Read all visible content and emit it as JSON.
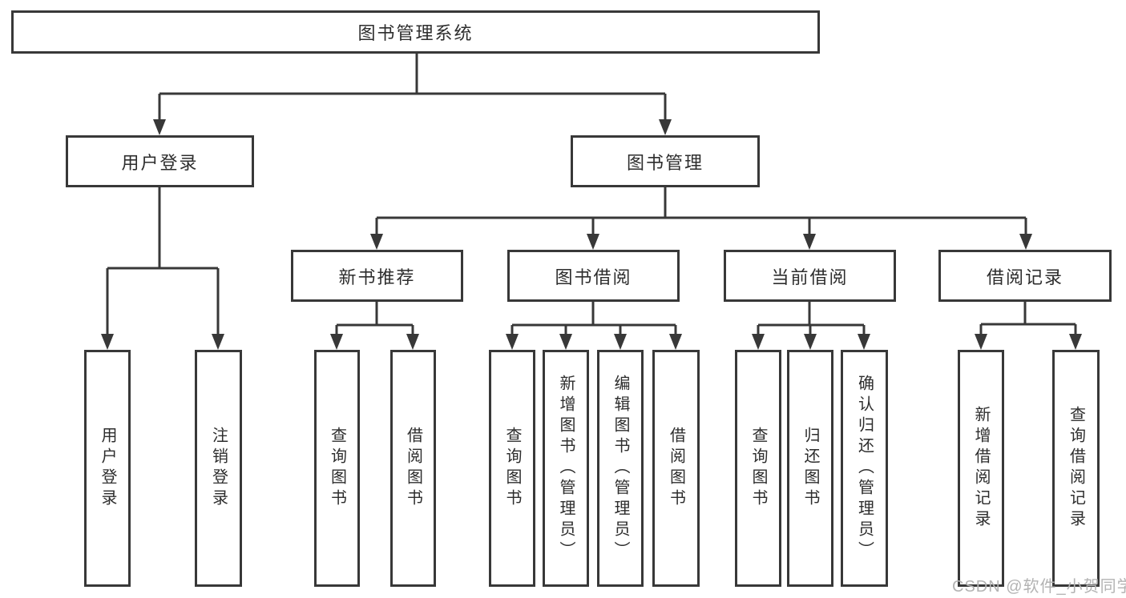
{
  "tree": {
    "root": {
      "label": "图书管理系统"
    },
    "level2": [
      {
        "id": "user-login",
        "label": "用户登录"
      },
      {
        "id": "book-management",
        "label": "图书管理"
      }
    ],
    "level3": [
      {
        "id": "new-book-recommend",
        "label": "新书推荐"
      },
      {
        "id": "book-borrowing",
        "label": "图书借阅"
      },
      {
        "id": "current-borrowing",
        "label": "当前借阅"
      },
      {
        "id": "borrowing-records",
        "label": "借阅记录"
      }
    ],
    "leaves": {
      "user_login": [
        "用户登录",
        "注销登录"
      ],
      "new_book_recommend": [
        "查询图书",
        "借阅图书"
      ],
      "book_borrowing": [
        "查询图书",
        "新增图书（管理员）",
        "编辑图书（管理员）",
        "借阅图书"
      ],
      "current_borrowing": [
        "查询图书",
        "归还图书",
        "确认归还（管理员）"
      ],
      "borrowing_records": [
        "新增借阅记录",
        "查询借阅记录"
      ]
    }
  },
  "colors": {
    "line": "#383838",
    "box_background": "#ffffff",
    "text": "#2d2d2d",
    "watermark": "#b3b3b3"
  },
  "watermark": "CSDN @软件_小贺同学"
}
